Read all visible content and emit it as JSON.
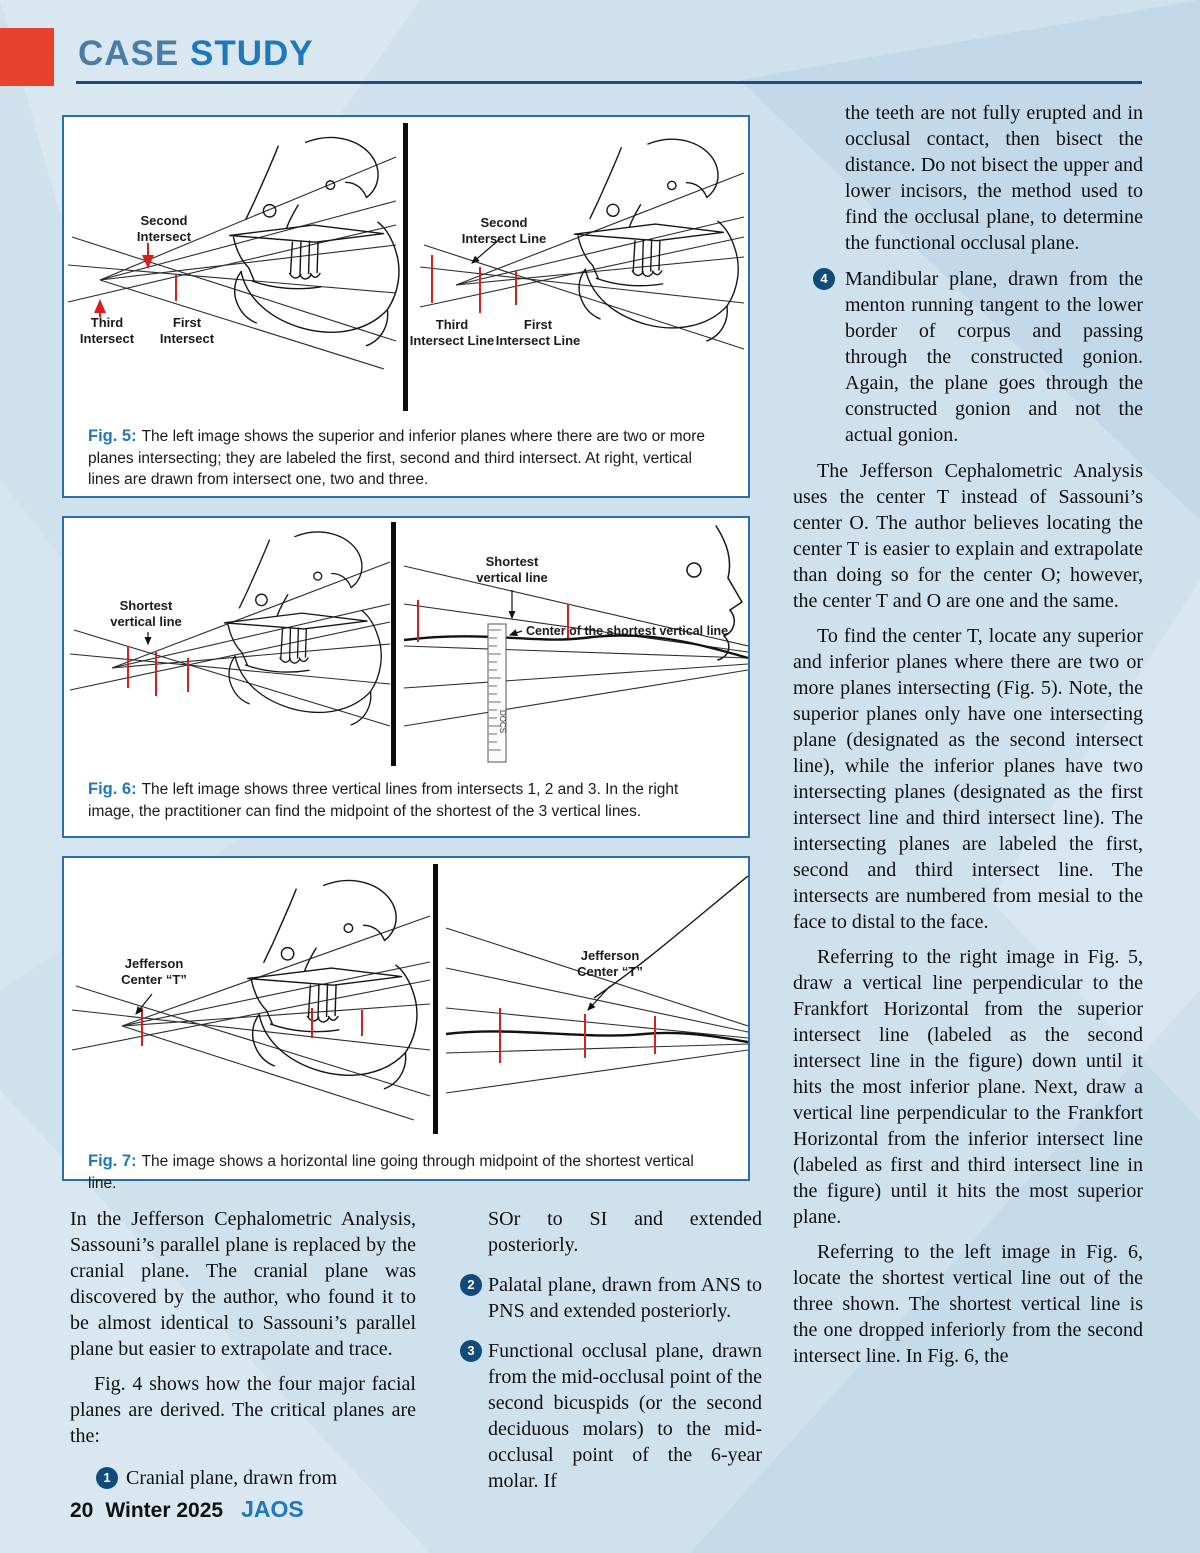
{
  "header": {
    "kicker_word1": "CASE",
    "kicker_word2": "STUDY"
  },
  "figures": {
    "fig5": {
      "caption_label": "Fig. 5:",
      "caption_text": "The left image shows the superior and inferior planes where there are two or more planes intersecting; they are labeled the first, second and third intersect. At right, vertical lines are drawn from intersect one, two and three.",
      "labels": {
        "left_second": "Second\nIntersect",
        "left_third": "Third\nIntersect",
        "left_first": "First\nIntersect",
        "right_second": "Second\nIntersect Line",
        "right_third": "Third\nIntersect Line",
        "right_first": "First\nIntersect Line"
      }
    },
    "fig6": {
      "caption_label": "Fig. 6:",
      "caption_text": "The left image shows three vertical lines from intersects 1, 2 and 3. In the right image, the practitioner can find the midpoint of the shortest of the 3 vertical lines.",
      "labels": {
        "left_shortest": "Shortest\nvertical line",
        "right_shortest": "Shortest\nvertical line",
        "right_center": "Center of the shortest vertical line",
        "ruler_text": "DOCS"
      }
    },
    "fig7": {
      "caption_label": "Fig. 7:",
      "caption_text": "The image shows a horizontal line going through midpoint of the shortest vertical line.",
      "labels": {
        "left_t": "Jefferson\nCenter “T”",
        "right_t": "Jefferson\nCenter “T”"
      }
    }
  },
  "body": {
    "left_col": {
      "p1": "In the Jefferson Cephalometric Analysis, Sassouni’s parallel plane is replaced by the cranial plane. The cranial plane was discovered by the author, who found it to be almost identical to Sassouni’s parallel plane but easier to extrapolate and trace.",
      "p2": "Fig. 4 shows how the four major facial planes are derived. The critical planes are the:",
      "item1": {
        "num": "1",
        "text": "Cranial plane, drawn from"
      }
    },
    "mid_col": {
      "p1": "SOr to SI and extended posteriorly.",
      "item2": {
        "num": "2",
        "text": "Palatal plane, drawn from ANS to PNS and extended posteriorly."
      },
      "item3": {
        "num": "3",
        "text": "Functional occlusal plane, drawn from the mid-occlusal point of the second bicuspids (or the second deciduous molars) to the mid-occlusal point of the 6-year molar. If"
      }
    },
    "right_col": {
      "item3_cont": "the teeth are not fully erupted and in occlusal contact, then bisect the distance. Do not bisect the upper and lower incisors, the method used to find the occlusal plane, to determine the functional occlusal plane.",
      "item4": {
        "num": "4",
        "text": "Mandibular plane, drawn from the menton running tangent to the lower border of corpus and passing through the constructed gonion. Again, the plane goes through the constructed gonion and not the actual gonion."
      },
      "p1": "The Jefferson Cephalometric Analysis uses the center T instead of Sassouni’s center O.  The author believes locating the center T is easier to explain and extrapolate than doing so for the center O; however, the center T and O are one and the same.",
      "p2": "To find the center T, locate any superior and inferior planes where there are two or more planes intersecting (Fig. 5). Note, the superior planes only have one intersecting plane (designated as the second intersect line), while the inferior planes have two intersecting planes (designated as the first intersect line and third intersect line). The intersecting planes are labeled the first, second and third intersect line. The intersects are numbered from mesial to the face to distal to the face.",
      "p3": "Referring to the right image in Fig. 5, draw a vertical line perpendicular to the Frankfort Horizontal from the superior intersect line (labeled as the second intersect line in the figure) down until it hits the most inferior plane. Next, draw a vertical line perpendicular to the Frankfort Horizontal from the inferior intersect line (labeled as first and third intersect line in the figure) until it hits the most superior plane.",
      "p4": "Referring to the left image in Fig. 6, locate the shortest vertical line out of the three shown. The shortest vertical line is the one dropped inferiorly from the second intersect line. In Fig. 6, the"
    }
  },
  "footer": {
    "page_number": "20",
    "issue": "Winter 2025",
    "journal": "JAOS"
  }
}
